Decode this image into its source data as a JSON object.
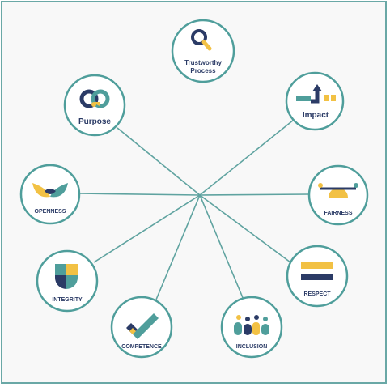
{
  "colors": {
    "frame": "#6aa8a6",
    "spoke": "#5fa3a0",
    "navy": "#2b3b66",
    "teal": "#4f9e9b",
    "yellow": "#f2c144",
    "node_fill": "#ffffff",
    "node_ring": "#4f9e9b"
  },
  "nodes": [
    {
      "id": "trustworthy-process",
      "label": [
        "Trustworthy",
        "Process"
      ],
      "icon": "magnifier-icon"
    },
    {
      "id": "impact",
      "label": [
        "Impact"
      ],
      "icon": "arrow-up-impact-icon"
    },
    {
      "id": "fairness",
      "label": [
        "FAIRNESS"
      ],
      "icon": "balance-scale-icon"
    },
    {
      "id": "respect",
      "label": [
        "RESPECT"
      ],
      "icon": "equal-bars-icon"
    },
    {
      "id": "inclusion",
      "label": [
        "INCLUSION"
      ],
      "icon": "people-group-icon"
    },
    {
      "id": "competence",
      "label": [
        "COMPETENCE"
      ],
      "icon": "checkmark-icon"
    },
    {
      "id": "integrity",
      "label": [
        "INTEGRITY"
      ],
      "icon": "shield-icon"
    },
    {
      "id": "openness",
      "label": [
        "OPENNESS"
      ],
      "icon": "open-leaves-icon"
    },
    {
      "id": "purpose",
      "label": [
        "Purpose"
      ],
      "icon": "interlocking-rings-icon"
    }
  ]
}
